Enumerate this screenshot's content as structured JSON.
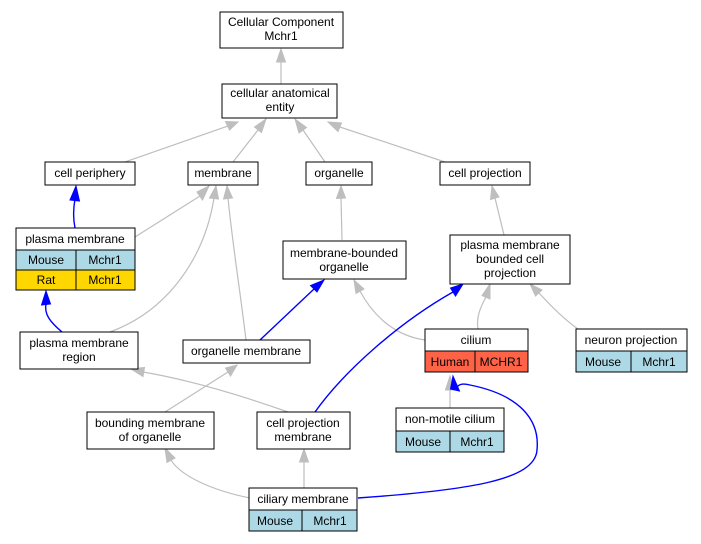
{
  "nodes": {
    "root": {
      "lines": [
        "Cellular Component",
        "Mchr1"
      ]
    },
    "cae": {
      "lines": [
        "cellular anatomical",
        "entity"
      ]
    },
    "cell_periphery": {
      "lines": [
        "cell periphery"
      ]
    },
    "membrane": {
      "lines": [
        "membrane"
      ]
    },
    "organelle": {
      "lines": [
        "organelle"
      ]
    },
    "cell_projection": {
      "lines": [
        "cell projection"
      ]
    },
    "plasma_membrane": {
      "lines": [
        "plasma membrane"
      ],
      "rows": [
        [
          "Mouse",
          "Mchr1"
        ],
        [
          "Rat",
          "Mchr1"
        ]
      ]
    },
    "mbo": {
      "lines": [
        "membrane-bounded",
        "organelle"
      ]
    },
    "pmbcp": {
      "lines": [
        "plasma membrane",
        "bounded cell",
        "projection"
      ]
    },
    "pm_region": {
      "lines": [
        "plasma membrane",
        "region"
      ]
    },
    "organelle_membrane": {
      "lines": [
        "organelle membrane"
      ]
    },
    "cilium": {
      "lines": [
        "cilium"
      ],
      "rows": [
        [
          "Human",
          "MCHR1"
        ]
      ]
    },
    "neuron_projection": {
      "lines": [
        "neuron projection"
      ],
      "rows": [
        [
          "Mouse",
          "Mchr1"
        ]
      ]
    },
    "bmo": {
      "lines": [
        "bounding membrane",
        "of organelle"
      ]
    },
    "cpm": {
      "lines": [
        "cell projection",
        "membrane"
      ]
    },
    "nmc": {
      "lines": [
        "non-motile cilium"
      ],
      "rows": [
        [
          "Mouse",
          "Mchr1"
        ]
      ]
    },
    "ciliary_membrane": {
      "lines": [
        "ciliary membrane"
      ],
      "rows": [
        [
          "Mouse",
          "Mchr1"
        ]
      ]
    }
  },
  "colors": {
    "mouse_cell": "#add8e6",
    "rat_cell": "#ffd700",
    "human_cell": "#ff6347",
    "is_a_edge": "#bebebe",
    "part_of_edge": "#0000ff"
  }
}
